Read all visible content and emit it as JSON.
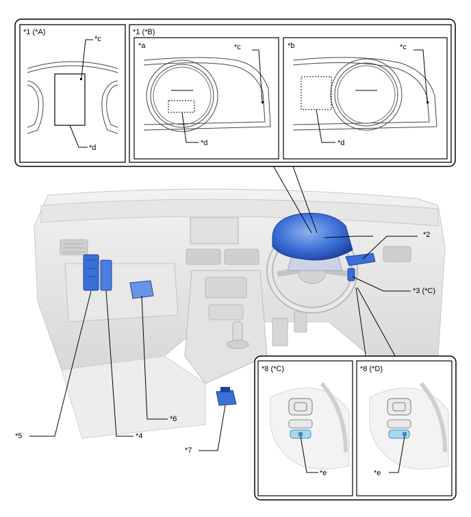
{
  "top_frame": {
    "panel_a": {
      "title": "*1 (*A)",
      "callout_c": "*c",
      "callout_d": "*d"
    },
    "panel_b": {
      "title": "*1 (*B)",
      "sub_a": {
        "title": "*a",
        "callout_c": "*c",
        "callout_d": "*d"
      },
      "sub_b": {
        "title": "*b",
        "callout_c": "*c",
        "callout_d": "*d"
      }
    }
  },
  "dashboard": {
    "callouts": {
      "c2": "*2",
      "c3": "*3 (*C)",
      "c4": "*4",
      "c5": "*5",
      "c6": "*6",
      "c7": "*7"
    }
  },
  "bottom_frame": {
    "panel_c": {
      "title": "*8 (*C)",
      "callout_e": "*e"
    },
    "panel_d": {
      "title": "*8 (*D)",
      "callout_e": "*e"
    }
  },
  "colors": {
    "part_blue": "#3a6fd8",
    "part_blue_dark": "#1f3f9a",
    "part_blue_light": "#8fb0ec",
    "dash_gray": "#d9d9d9",
    "switch_cyan": "#a8d8f0"
  }
}
